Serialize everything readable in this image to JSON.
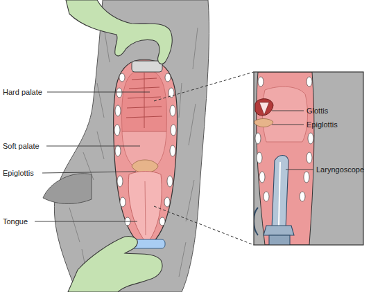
{
  "diagram": {
    "labels": [
      "Hard palate",
      "Soft palate",
      "Epiglottis",
      "Tongue",
      "Glottis",
      "Epiglottis",
      "Laryngoscope"
    ]
  }
}
